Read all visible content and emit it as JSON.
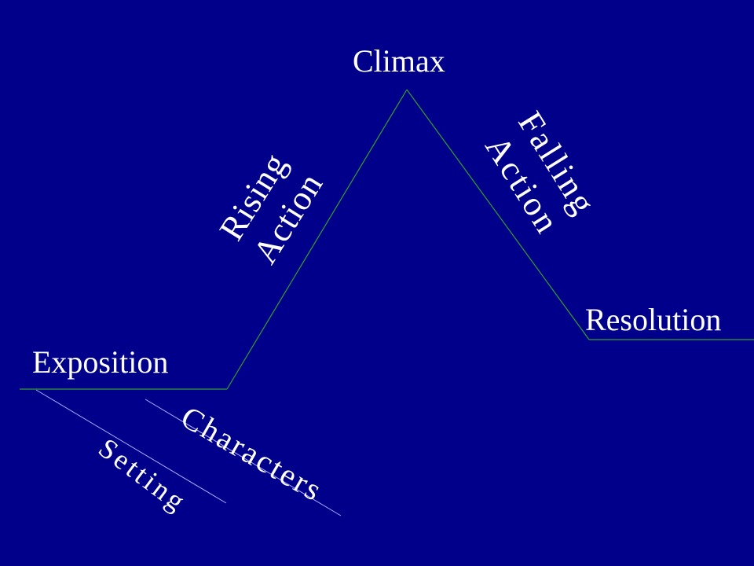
{
  "slide": {
    "background_color": "#00008b",
    "text_color": "#ffffff",
    "line_color": "#33a02c",
    "underline_color": "#aaaaff"
  },
  "labels": {
    "climax": "Climax",
    "rising_action": [
      "Rising",
      "Action"
    ],
    "falling_action": [
      "Falling",
      "Action"
    ],
    "exposition": "Exposition",
    "resolution": "Resolution",
    "setting": "Setting",
    "characters": "Characters"
  }
}
